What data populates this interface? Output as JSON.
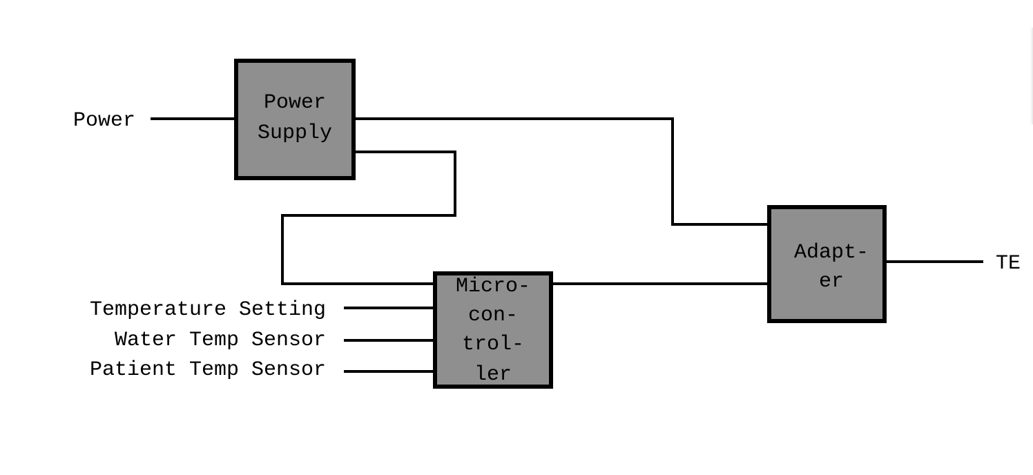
{
  "diagram": {
    "blocks": {
      "power_supply": [
        "Power",
        "Supply"
      ],
      "microcontroller": [
        "Micro-",
        "con-",
        "trol-",
        "ler"
      ],
      "adapter": [
        "Adapt-",
        "er"
      ]
    },
    "signals": {
      "power": "Power",
      "temperature_setting": "Temperature Setting",
      "water_temp_sensor": "Water Temp Sensor",
      "patient_temp_sensor": "Patient Temp Sensor",
      "te": "TE"
    },
    "colors": {
      "block_fill": "#8f8f8f",
      "line": "#000000",
      "background": "#ffffff"
    }
  }
}
